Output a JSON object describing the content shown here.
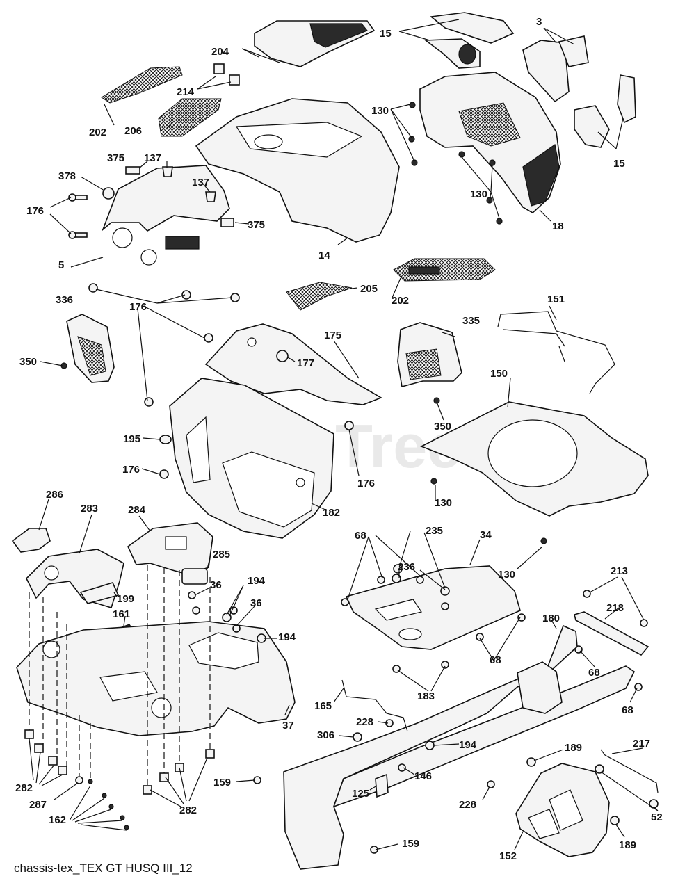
{
  "caption": "chassis-tex_TEX GT HUSQ III_12",
  "watermark": "PartsTree",
  "callouts": [
    {
      "id": "c15a",
      "text": "15"
    },
    {
      "id": "c3",
      "text": "3"
    },
    {
      "id": "c204",
      "text": "204"
    },
    {
      "id": "c214",
      "text": "214"
    },
    {
      "id": "c202a",
      "text": "202"
    },
    {
      "id": "c206",
      "text": "206"
    },
    {
      "id": "c130a",
      "text": "130"
    },
    {
      "id": "c15b",
      "text": "15"
    },
    {
      "id": "c375a",
      "text": "375"
    },
    {
      "id": "c137a",
      "text": "137"
    },
    {
      "id": "c378",
      "text": "378"
    },
    {
      "id": "c137b",
      "text": "137"
    },
    {
      "id": "c176a",
      "text": "176"
    },
    {
      "id": "c375b",
      "text": "375"
    },
    {
      "id": "c130b",
      "text": "130"
    },
    {
      "id": "c18",
      "text": "18"
    },
    {
      "id": "c5",
      "text": "5"
    },
    {
      "id": "c14",
      "text": "14"
    },
    {
      "id": "c205",
      "text": "205"
    },
    {
      "id": "c202b",
      "text": "202"
    },
    {
      "id": "c336",
      "text": "336"
    },
    {
      "id": "c176b",
      "text": "176"
    },
    {
      "id": "c151",
      "text": "151"
    },
    {
      "id": "c175",
      "text": "175"
    },
    {
      "id": "c335",
      "text": "335"
    },
    {
      "id": "c350a",
      "text": "350"
    },
    {
      "id": "c177",
      "text": "177"
    },
    {
      "id": "c150",
      "text": "150"
    },
    {
      "id": "c350b",
      "text": "350"
    },
    {
      "id": "c195",
      "text": "195"
    },
    {
      "id": "c176c",
      "text": "176"
    },
    {
      "id": "c176d",
      "text": "176"
    },
    {
      "id": "c130c",
      "text": "130"
    },
    {
      "id": "c182",
      "text": "182"
    },
    {
      "id": "c286",
      "text": "286"
    },
    {
      "id": "c283",
      "text": "283"
    },
    {
      "id": "c284",
      "text": "284"
    },
    {
      "id": "c285",
      "text": "285"
    },
    {
      "id": "c68a",
      "text": "68"
    },
    {
      "id": "c235",
      "text": "235"
    },
    {
      "id": "c34",
      "text": "34"
    },
    {
      "id": "c130d",
      "text": "130"
    },
    {
      "id": "c236",
      "text": "236"
    },
    {
      "id": "c194a",
      "text": "194"
    },
    {
      "id": "c36a",
      "text": "36"
    },
    {
      "id": "c199",
      "text": "199"
    },
    {
      "id": "c36b",
      "text": "36"
    },
    {
      "id": "c213",
      "text": "213"
    },
    {
      "id": "c161",
      "text": "161"
    },
    {
      "id": "c218",
      "text": "218"
    },
    {
      "id": "c194b",
      "text": "194"
    },
    {
      "id": "c180",
      "text": "180"
    },
    {
      "id": "c68b",
      "text": "68"
    },
    {
      "id": "c68c",
      "text": "68"
    },
    {
      "id": "c183",
      "text": "183"
    },
    {
      "id": "c165",
      "text": "165"
    },
    {
      "id": "c68d",
      "text": "68"
    },
    {
      "id": "c37",
      "text": "37"
    },
    {
      "id": "c228a",
      "text": "228"
    },
    {
      "id": "c306",
      "text": "306"
    },
    {
      "id": "c194c",
      "text": "194"
    },
    {
      "id": "c189a",
      "text": "189"
    },
    {
      "id": "c217",
      "text": "217"
    },
    {
      "id": "c146",
      "text": "146"
    },
    {
      "id": "c282a",
      "text": "282"
    },
    {
      "id": "c159a",
      "text": "159"
    },
    {
      "id": "c125",
      "text": "125"
    },
    {
      "id": "c228b",
      "text": "228"
    },
    {
      "id": "c287",
      "text": "287"
    },
    {
      "id": "c282b",
      "text": "282"
    },
    {
      "id": "c52",
      "text": "52"
    },
    {
      "id": "c162",
      "text": "162"
    },
    {
      "id": "c159b",
      "text": "159"
    },
    {
      "id": "c189b",
      "text": "189"
    },
    {
      "id": "c152",
      "text": "152"
    }
  ]
}
